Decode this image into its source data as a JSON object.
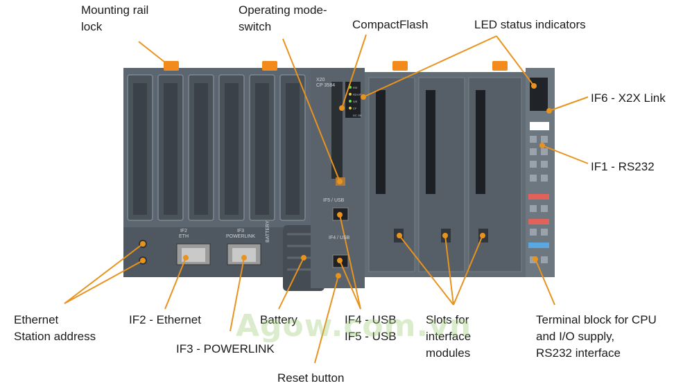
{
  "labels": {
    "mounting_rail_lock": [
      "Mounting rail",
      "lock"
    ],
    "operating_mode_switch": [
      "Operating mode-",
      "switch"
    ],
    "compactflash": "CompactFlash",
    "led_status": "LED status indicators",
    "if6": "IF6 - X2X Link",
    "if1": "IF1 - RS232",
    "ethernet_station": [
      "Ethernet",
      "Station address"
    ],
    "if2": "IF2 - Ethernet",
    "if3": "IF3 - POWERLINK",
    "battery": "Battery",
    "usb": [
      "IF4 - USB",
      "IF5 - USB"
    ],
    "slots": [
      "Slots for",
      "interface",
      "modules"
    ],
    "terminal": [
      "Terminal block for CPU",
      "and I/O supply,",
      "RS232 interface"
    ],
    "reset": "Reset button"
  },
  "device_text": {
    "if3_port": "IF3\nPOWERLINK",
    "if2_port": "IF2\nETH",
    "battery": "BATTERY",
    "if5": "IF5 / USB",
    "if4": "IF4 / USB",
    "cpu_model": "X20\nCP 3584",
    "led_tags": [
      "R/E",
      "RDY/F",
      "S/E",
      "CF",
      "DC OK"
    ]
  },
  "watermark": "Agow.com.vn",
  "colors": {
    "leader": "#e8931e",
    "housing": "#5c6670",
    "housing_dark": "#3f474f",
    "orange": "#f28a1c"
  }
}
